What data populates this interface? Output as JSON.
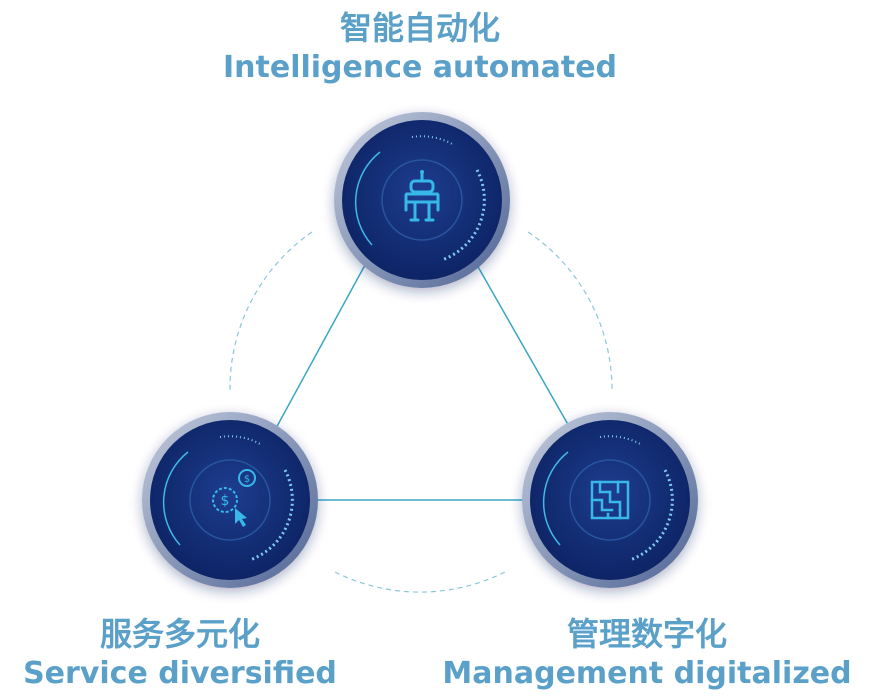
{
  "nodes": {
    "top": {
      "label_zh": "智能自动化",
      "label_en": "Intelligence automated",
      "icon": "robot-icon"
    },
    "left": {
      "label_zh": "服务多元化",
      "label_en": "Service diversified",
      "icon": "dollar-cursor-icon"
    },
    "right": {
      "label_zh": "管理数字化",
      "label_en": "Management digitalized",
      "icon": "maze-icon"
    }
  },
  "colors": {
    "label": "#5aa0c8",
    "connector": "#3aa6c6",
    "node_fill": "#0f2a74",
    "node_ring": "#7f93bd",
    "icon": "#38b8e8"
  }
}
